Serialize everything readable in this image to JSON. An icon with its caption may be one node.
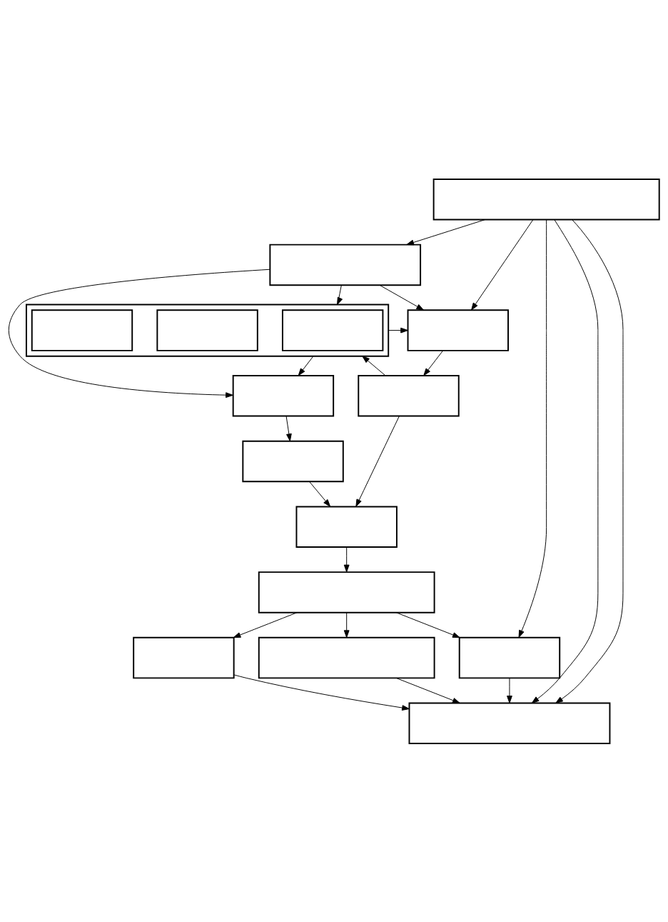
{
  "diagram": {
    "nodes": [
      {
        "text": [],
        "shape": "box"
      },
      {
        "text": [],
        "shape": "box"
      },
      {
        "text": [],
        "shape": "box"
      },
      {
        "text": [],
        "shape": "box"
      },
      {
        "text": [],
        "shape": "box",
        "in": 3
      },
      {
        "text": [],
        "shape": "box",
        "in": 3
      },
      {
        "text": [],
        "shape": "box",
        "in": 3
      },
      {
        "text": [],
        "shape": "box"
      },
      {
        "text": [],
        "shape": "box"
      },
      {
        "text": [],
        "shape": "box"
      },
      {
        "text": [],
        "shape": "box"
      },
      {
        "text": [],
        "shape": "box"
      },
      {
        "text": [],
        "shape": "box"
      },
      {
        "text": [],
        "shape": "box"
      },
      {
        "text": [],
        "shape": "box"
      },
      {
        "text": [],
        "shape": "box"
      }
    ],
    "edges": [
      {
        "from": 0,
        "to": 1,
        "arrow": "to"
      },
      {
        "from": 1,
        "to": 2,
        "arrow": "to"
      },
      {
        "from": 1,
        "to": 3,
        "arrow": "to"
      },
      {
        "from": 1,
        "to": 7,
        "arrow": "to"
      },
      {
        "from": 0,
        "to": 7,
        "arrow": "to"
      },
      {
        "from": 0,
        "to": 12,
        "arrow": "to"
      },
      {
        "from": 0,
        "to": 15,
        "arrow": "to"
      },
      {
        "from": 0,
        "to": 15,
        "arrow": "to"
      },
      {
        "from": 3,
        "to": 2,
        "arrow": "to"
      },
      {
        "from": 2,
        "to": 8,
        "arrow": "to"
      },
      {
        "from": 3,
        "to": 7,
        "arrow": "to"
      },
      {
        "from": 7,
        "to": 9,
        "arrow": "to"
      },
      {
        "from": 9,
        "to": 3,
        "arrow": "to"
      },
      {
        "from": 8,
        "to": 10,
        "arrow": "to"
      },
      {
        "from": 9,
        "to": 10,
        "arrow": "to"
      },
      {
        "from": 10,
        "to": 13,
        "arrow": "to"
      },
      {
        "from": 13,
        "to": 11,
        "arrow": "to"
      },
      {
        "from": 13,
        "to": 12,
        "arrow": "to"
      },
      {
        "from": 11,
        "to": 15,
        "arrow": "to"
      },
      {
        "from": 12,
        "to": 15,
        "arrow": "to"
      },
      {
        "from": 13,
        "to": 14,
        "arrow": "to"
      },
      {
        "from": 14,
        "to": 15,
        "arrow": "to"
      }
    ]
  }
}
